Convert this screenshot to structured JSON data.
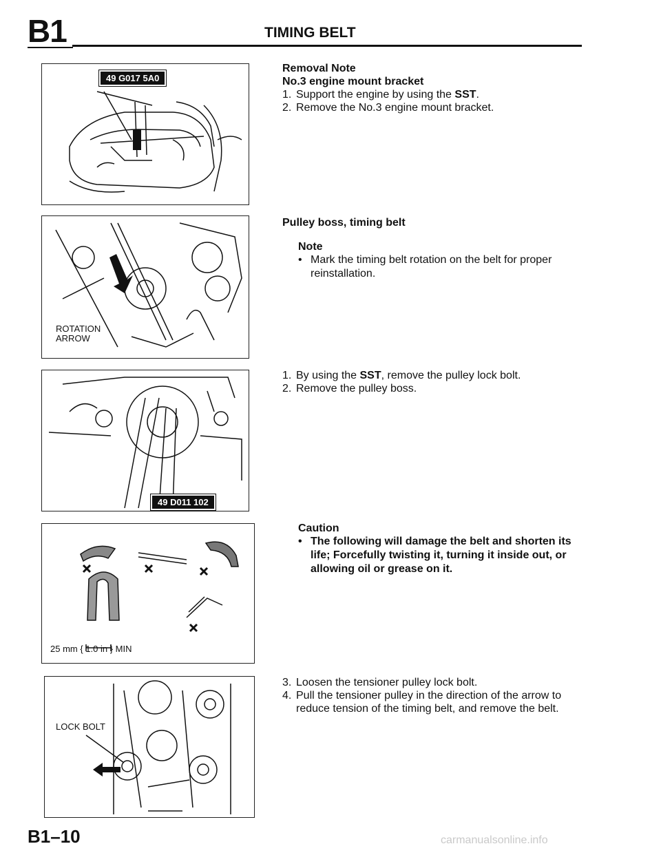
{
  "header": {
    "code": "B1",
    "title": "TIMING BELT"
  },
  "figures": {
    "fig1_tag": "49 G017 5A0",
    "fig2_label_1": "ROTATION",
    "fig2_label_2": "ARROW",
    "fig3_tag": "49 D011 102",
    "fig4_label": "25 mm { 1.0 in } MIN",
    "fig5_label": "LOCK BOLT"
  },
  "sections": {
    "removal_note": "Removal Note",
    "mount_bracket": "No.3 engine mount bracket",
    "s1_steps": [
      {
        "num": "1.",
        "pre": "Support the engine by using the ",
        "strong": "SST",
        "post": "."
      },
      {
        "num": "2.",
        "pre": "Remove the No.3 engine mount bracket.",
        "strong": "",
        "post": ""
      }
    ],
    "pulley_heading": "Pulley boss, timing belt",
    "note_heading": "Note",
    "note_line1": "Mark the timing belt rotation on the belt for proper",
    "note_line2": "reinstallation.",
    "s3_steps": [
      {
        "num": "1.",
        "pre": "By using the ",
        "strong": "SST",
        "post": ", remove the pulley lock bolt."
      },
      {
        "num": "2.",
        "pre": "Remove the pulley boss.",
        "strong": "",
        "post": ""
      }
    ],
    "caution_heading": "Caution",
    "caution_line1": "The following will damage the belt and shorten its",
    "caution_line2": "life; Forcefully twisting it, turning it inside out, or",
    "caution_line3": "allowing oil or grease on it.",
    "s5_step3_num": "3.",
    "s5_step3": "Loosen the tensioner pulley lock bolt.",
    "s5_step4_num": "4.",
    "s5_step4_line1": "Pull the tensioner pulley in the direction of the arrow to",
    "s5_step4_line2": "reduce tension of the timing belt, and remove the belt.",
    "bullet": "•"
  },
  "footer": {
    "page": "B1–10",
    "watermark": "carmanualsonline.info"
  }
}
